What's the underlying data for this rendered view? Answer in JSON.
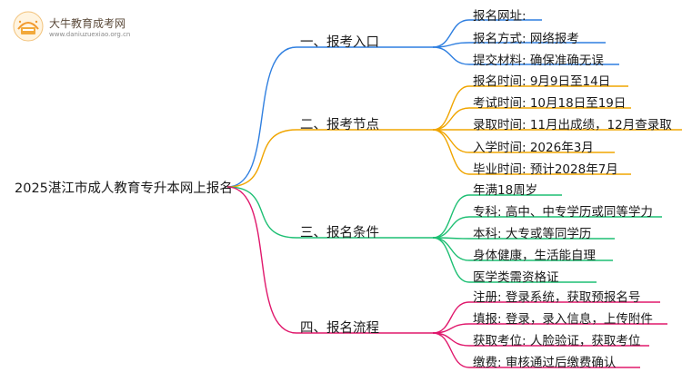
{
  "logo": {
    "title": "大牛教育成考网",
    "url": "www.daniuzuexiao.org.cn"
  },
  "root": "2025湛江市成人教育专升本网上报名",
  "colors": {
    "branch1": "#2f7fe0",
    "branch2": "#f0a500",
    "branch3": "#1dbf73",
    "branch4": "#e0186c"
  },
  "branches": [
    {
      "label": "一、报考入口",
      "leaves": [
        "报名网址:",
        "报名方式: 网络报考",
        "提交材料: 确保准确无误"
      ]
    },
    {
      "label": "二、报考节点",
      "leaves": [
        "报名时间: 9月9日至14日",
        "考试时间: 10月18日至19日",
        "录取时间: 11月出成绩，12月查录取",
        "入学时间: 2026年3月",
        "毕业时间: 预计2028年7月"
      ]
    },
    {
      "label": "三、报名条件",
      "leaves": [
        "年满18周岁",
        "专科: 高中、中专学历或同等学力",
        "本科: 大专或等同学历",
        "身体健康，生活能自理",
        "医学类需资格证"
      ]
    },
    {
      "label": "四、报名流程",
      "leaves": [
        "注册: 登录系统，获取预报名号",
        "填报: 登录，录入信息，上传附件",
        "获取考位: 人脸验证，获取考位",
        "缴费: 审核通过后缴费确认"
      ]
    }
  ]
}
